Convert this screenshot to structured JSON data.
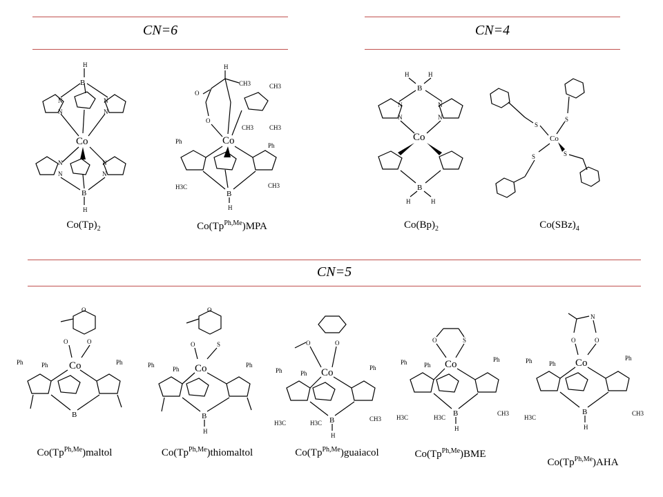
{
  "headings": {
    "cn6": "CN=6",
    "cn4": "CN=4",
    "cn5": "CN=5"
  },
  "compounds": {
    "co_tp2": {
      "name": "Co(Tp)",
      "sub": "2"
    },
    "co_tpphme_mpa": {
      "pre": "Co(Tp",
      "sup": "Ph,Me",
      "post": ")MPA"
    },
    "co_bp2": {
      "name": "Co(Bp)",
      "sub": "2"
    },
    "co_sbz4": {
      "name": "Co(SBz)",
      "sub": "4"
    },
    "co_maltol": {
      "pre": "Co(Tp",
      "sup": "Ph,Me",
      "post": ")maltol"
    },
    "co_thiomaltol": {
      "pre": "Co(Tp",
      "sup": "Ph,Me",
      "post": ")thiomaltol"
    },
    "co_guaiacol": {
      "pre": "Co(Tp",
      "sup": "Ph,Me",
      "post": ")guaiacol"
    },
    "co_bme": {
      "pre": "Co(Tp",
      "sup": "Ph,Me",
      "post": ")BME"
    },
    "co_aha": {
      "pre": "Co(Tp",
      "sup": "Ph,Me",
      "post": ")AHA"
    }
  },
  "atoms": {
    "co": "Co",
    "b": "B",
    "h": "H",
    "n": "N",
    "o": "O",
    "s": "S",
    "ph": "Ph",
    "ch3": "CH3",
    "h3c": "H3C"
  },
  "colors": {
    "rule": "#c0504d",
    "ink": "#000000"
  }
}
